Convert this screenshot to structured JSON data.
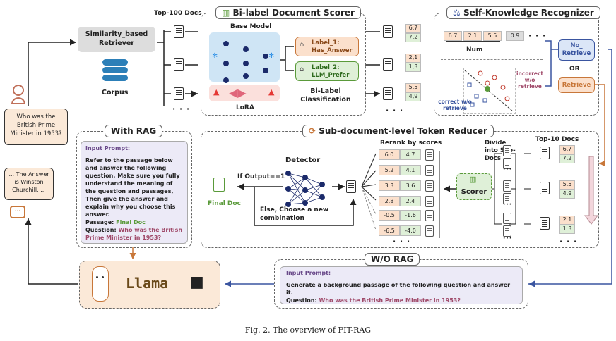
{
  "question_box": "Who was the British Prime Minister in 1953?",
  "answer_box": "... The Answer is Winston Churchill, ...",
  "retriever": "Similarity_based Retriever",
  "corpus": "Corpus",
  "top100": "Top-100 Docs",
  "bilabel": {
    "title": "Bi-label Document Scorer",
    "base_model": "Base Model",
    "lora": "LoRA",
    "label1": "Label_1: Has_Answer",
    "label2": "Label_2: LLM_Prefer",
    "classification": "Bi-Label Classification",
    "scores": [
      [
        "6,7",
        "7,2"
      ],
      [
        "2,1",
        "1,3"
      ],
      [
        "5,5",
        "4,9"
      ]
    ]
  },
  "skr": {
    "title": "Self-Knowledge Recognizer",
    "nums": [
      "6.7",
      "2.1",
      "5.5",
      "0.9"
    ],
    "num_label": "Num",
    "no_retrieve": "No_ Retrieve",
    "or": "OR",
    "retrieve": "Retrieve",
    "incorrect": "incorrect w/o retrieve",
    "correct": "correct w/o retrieve"
  },
  "reducer": {
    "title": "Sub-document-level Token Reducer",
    "top10": "Top-10 Docs",
    "divide": "Divide into Sub-Docs",
    "scorer": "Scorer",
    "rerank": "Rerank by scores",
    "detector": "Detector",
    "if_output": "If Output==1",
    "else": "Else, Choose a new combination",
    "final_doc": "Final Doc",
    "right_scores": [
      [
        "6.7",
        "7.2"
      ],
      [
        "5.5",
        "4.9"
      ],
      [
        "2.1",
        "1.3"
      ]
    ],
    "rerank_scores": [
      [
        "6.0",
        "4.7"
      ],
      [
        "5.2",
        "4.1"
      ],
      [
        "3.3",
        "3.6"
      ],
      [
        "2.8",
        "2.4"
      ],
      [
        "-0.5",
        "-1.6"
      ],
      [
        "-6.5",
        "-4.0"
      ]
    ]
  },
  "with_rag": {
    "title": "With RAG",
    "prompt_header": "Input Prompt:",
    "prompt_body": "Refer to the passage below and answer the following question, Make sure you fully understand the meaning of the question and passages, Then give the answer and explain why you choose this answer.",
    "passage_label": "Passage:",
    "passage_value": "Final Doc",
    "question_label": "Question:",
    "question_value": "Who was the British Prime Minister in 1953?"
  },
  "wo_rag": {
    "title": "W/O RAG",
    "prompt_header": "Input Prompt:",
    "prompt_body": "Generate a background passage of the following question and answer it.",
    "question_label": "Question:",
    "question_value": "Who was the British Prime Minister in 1953?"
  },
  "llama": "Llama",
  "caption": "Fig. 2.  The overview of FIT-RAG",
  "colors": {
    "orange": "#c8773a",
    "green": "#5a9a3a",
    "purple": "#a04a6a",
    "blue": "#3a55a0",
    "lightpurple": "#eceaf7"
  }
}
